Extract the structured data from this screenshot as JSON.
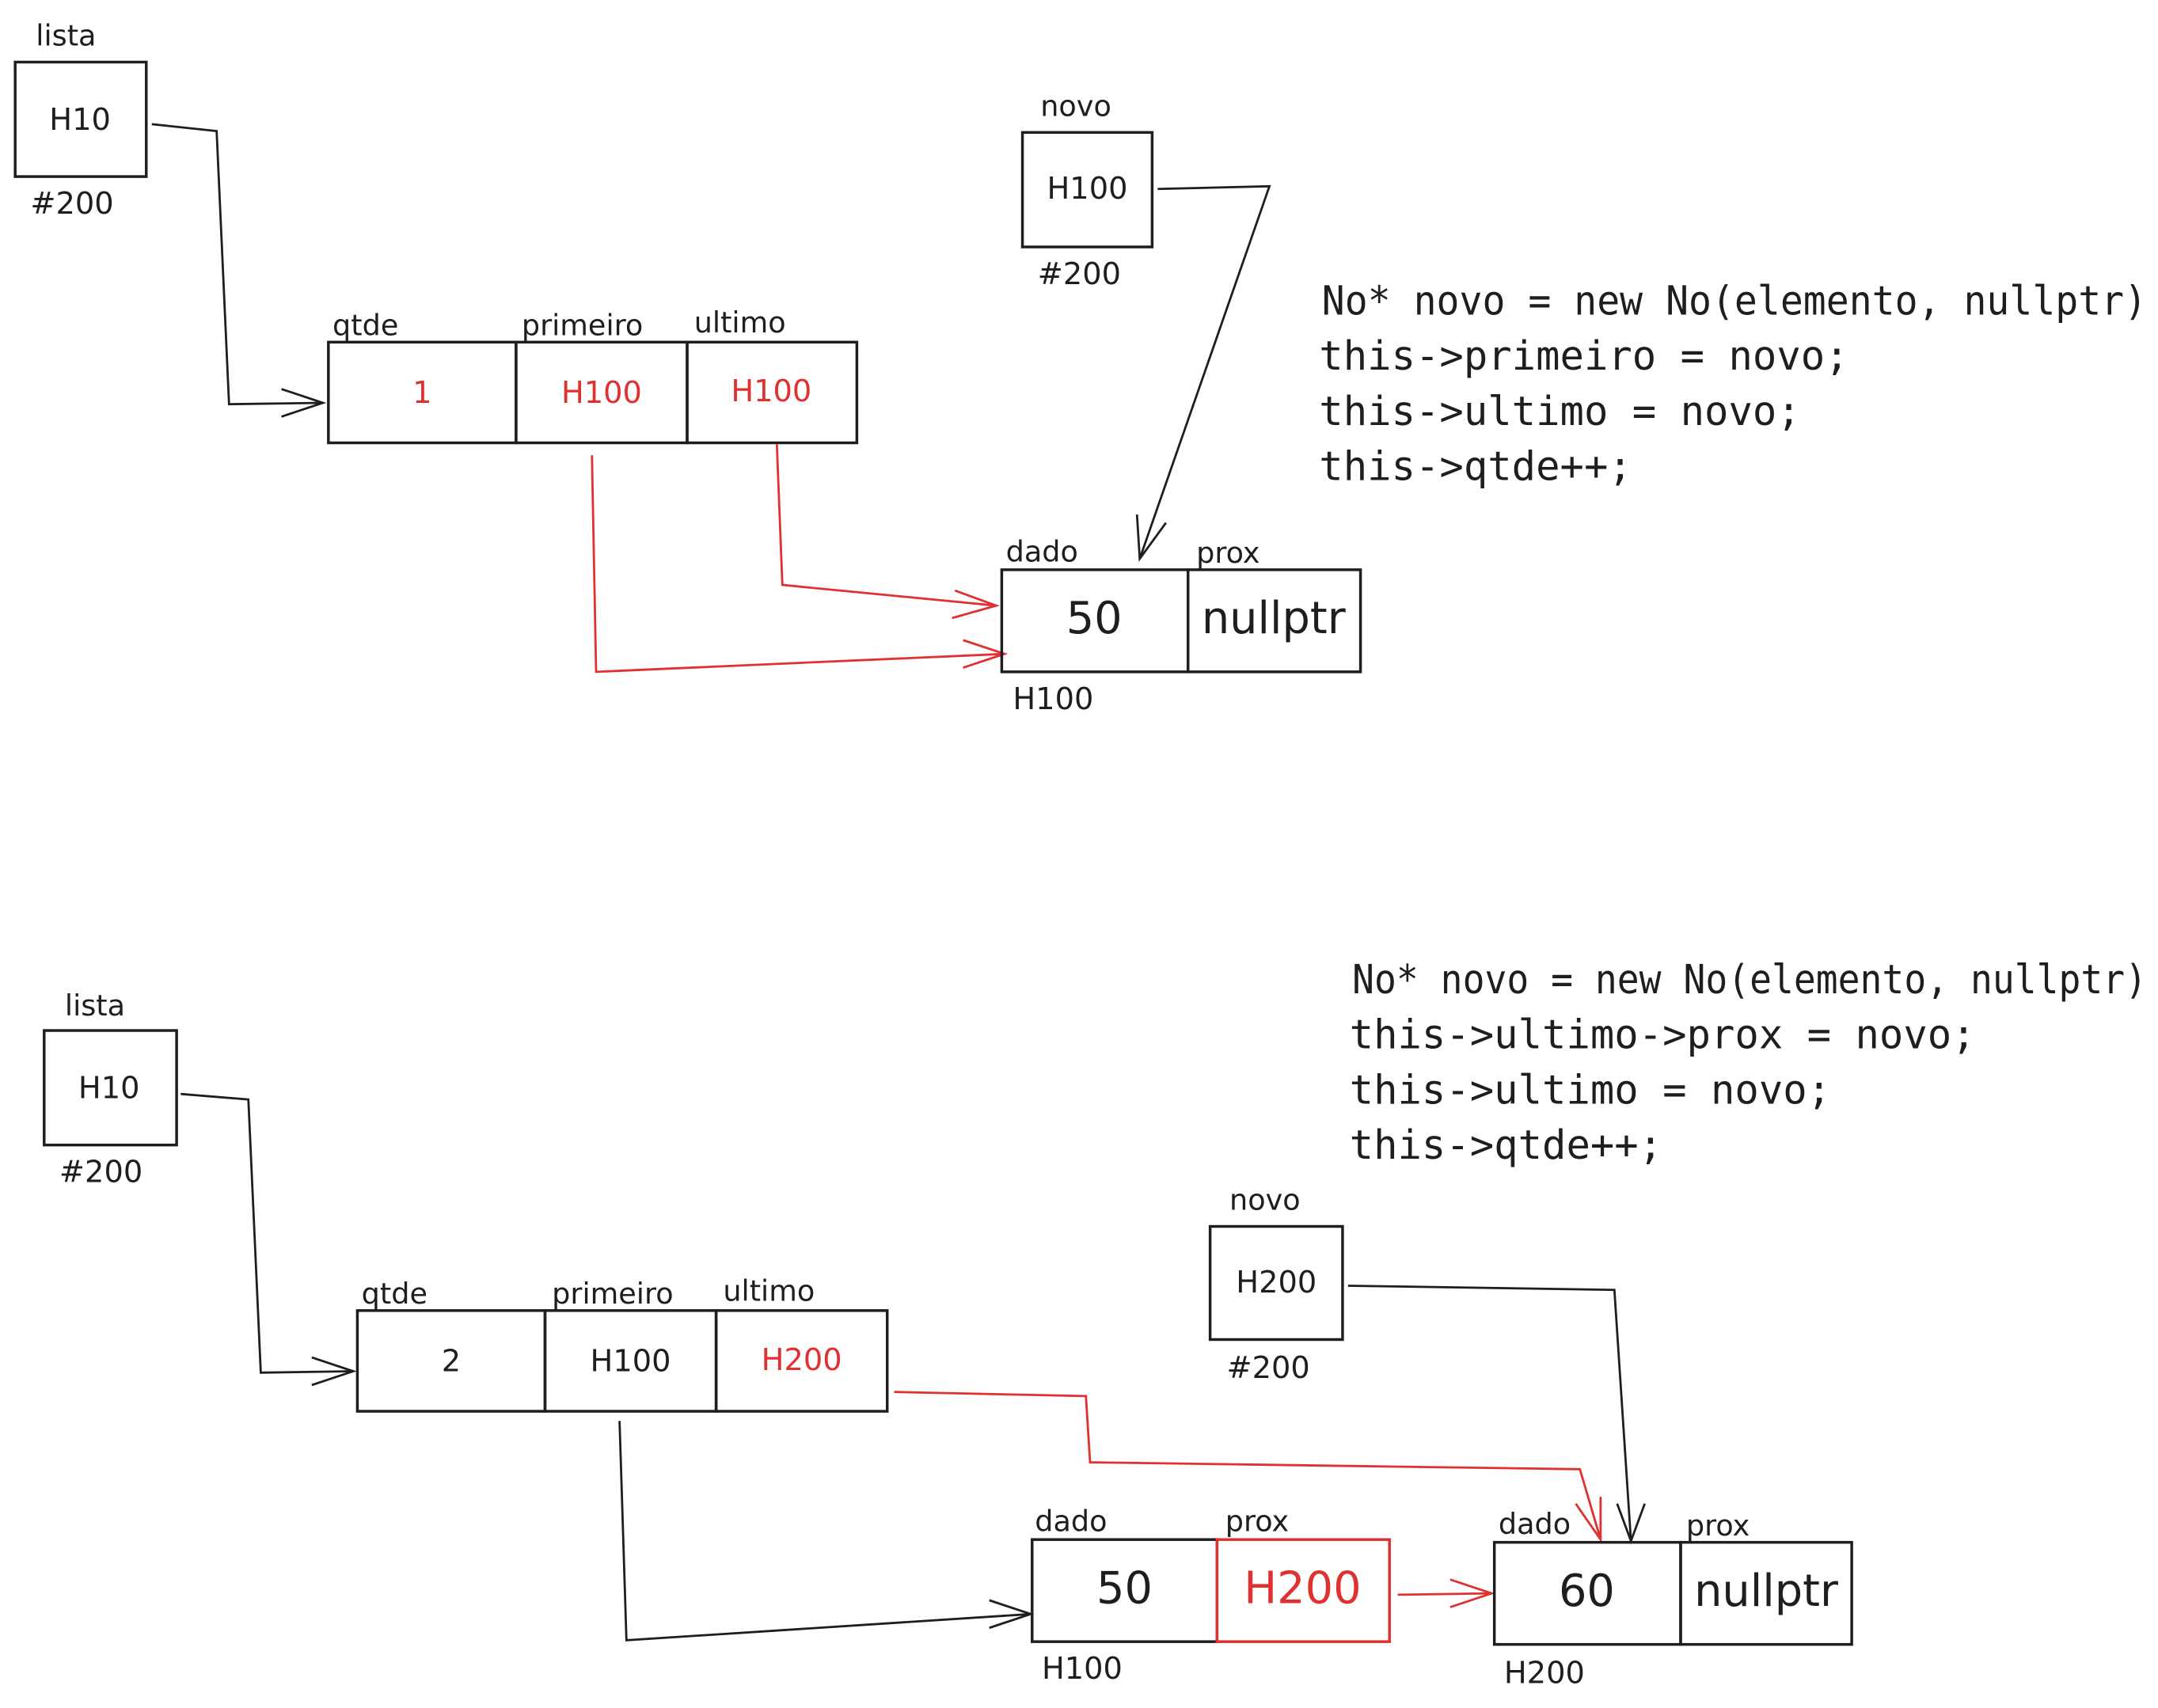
{
  "colors": {
    "ink": "#1e1e1e",
    "accent": "#e03131",
    "background": "#ffffff"
  },
  "top": {
    "lista": {
      "label": "lista",
      "value": "H10",
      "address": "#200"
    },
    "lista_struct": {
      "qtde_label": "qtde",
      "qtde": "1",
      "primeiro_label": "primeiro",
      "primeiro": "H100",
      "ultimo_label": "ultimo",
      "ultimo": "H100"
    },
    "novo": {
      "label": "novo",
      "value": "H100",
      "address": "#200"
    },
    "node": {
      "dado_label": "dado",
      "dado": "50",
      "prox_label": "prox",
      "prox": "nullptr",
      "address": "H100"
    },
    "code": [
      "No* novo = new No(elemento, nullptr)",
      "this->primeiro = novo;",
      "this->ultimo = novo;",
      "this->qtde++;"
    ]
  },
  "bottom": {
    "lista": {
      "label": "lista",
      "value": "H10",
      "address": "#200"
    },
    "lista_struct": {
      "qtde_label": "qtde",
      "qtde": "2",
      "primeiro_label": "primeiro",
      "primeiro": "H100",
      "ultimo_label": "ultimo",
      "ultimo": "H200"
    },
    "novo": {
      "label": "novo",
      "value": "H200",
      "address": "#200"
    },
    "node1": {
      "dado_label": "dado",
      "dado": "50",
      "prox_label": "prox",
      "prox": "H200",
      "address": "H100"
    },
    "node2": {
      "dado_label": "dado",
      "dado": "60",
      "prox_label": "prox",
      "prox": "nullptr",
      "address": "H200"
    },
    "code": [
      "No* novo = new No(elemento, nullptr)",
      "this->ultimo->prox = novo;",
      "this->ultimo = novo;",
      "this->qtde++;"
    ]
  }
}
